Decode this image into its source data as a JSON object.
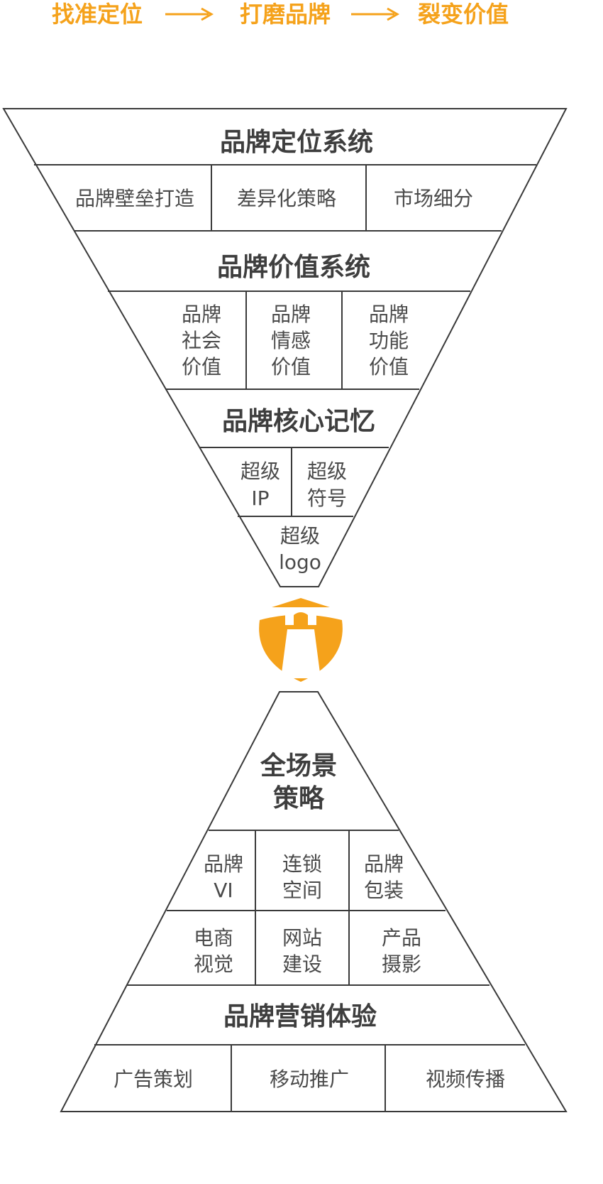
{
  "header": {
    "steps": [
      "找准定位",
      "打磨品牌",
      "裂变价值"
    ]
  },
  "funnel": {
    "section1": {
      "title": "品牌定位系统",
      "cells": [
        "品牌壁垒打造",
        "差异化策略",
        "市场细分"
      ]
    },
    "section2": {
      "title": "品牌价值系统",
      "cells": [
        [
          "品牌",
          "社会",
          "价值"
        ],
        [
          "品牌",
          "情感",
          "价值"
        ],
        [
          "品牌",
          "功能",
          "价值"
        ]
      ]
    },
    "section3": {
      "title": "品牌核心记忆",
      "cells": [
        [
          "超级",
          "IP"
        ],
        [
          "超级",
          "符号"
        ]
      ],
      "bottom_cell": [
        "超级",
        "logo"
      ]
    }
  },
  "logo": {
    "icon": "lighthouse-icon",
    "color": "#f5a21b"
  },
  "pyramid": {
    "top": {
      "title": [
        "全场景",
        "策略"
      ]
    },
    "row1": [
      [
        "品牌",
        "VI"
      ],
      [
        "连锁",
        "空间"
      ],
      [
        "品牌",
        "包装"
      ]
    ],
    "row2": [
      [
        "电商",
        "视觉"
      ],
      [
        "网站",
        "建设"
      ],
      [
        "产品",
        "摄影"
      ]
    ],
    "band": {
      "title": "品牌营销体验"
    },
    "bottom_row": [
      "广告策划",
      "移动推广",
      "视频传播"
    ]
  },
  "colors": {
    "accent": "#f5a21b",
    "line": "#3a3a3a",
    "text": "#4a4a4a"
  }
}
